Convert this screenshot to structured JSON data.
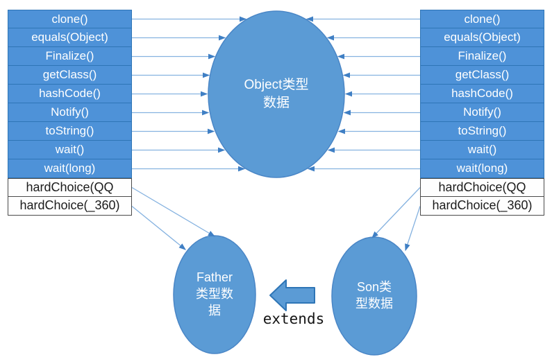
{
  "tables": {
    "left": {
      "rows": [
        "clone()",
        "equals(Object)",
        "Finalize()",
        "getClass()",
        "hashCode()",
        "Notify()",
        "toString()",
        "wait()",
        "wait(long)",
        "hardChoice(QQ",
        "hardChoice(_360)"
      ]
    },
    "right": {
      "rows": [
        "clone()",
        "equals(Object)",
        "Finalize()",
        "getClass()",
        "hashCode()",
        "Notify()",
        "toString()",
        "wait()",
        "wait(long)",
        "hardChoice(QQ",
        "hardChoice(_360)"
      ]
    }
  },
  "ellipses": {
    "object": {
      "label": "Object类型\n数据"
    },
    "father": {
      "label": "Father\n类型数\n据"
    },
    "son": {
      "label": "Son类\n型数据"
    }
  },
  "extends_label": "extends",
  "colors": {
    "row_blue": "#4e92d8",
    "row_border": "#2e75b6",
    "ellipse_fill": "#5b9bd5",
    "connector_line": "#85b2e0",
    "arrowhead": "#3f7fc4",
    "extends_arrow_fill": "#5b9bd5",
    "extends_arrow_border": "#2e75b6"
  }
}
